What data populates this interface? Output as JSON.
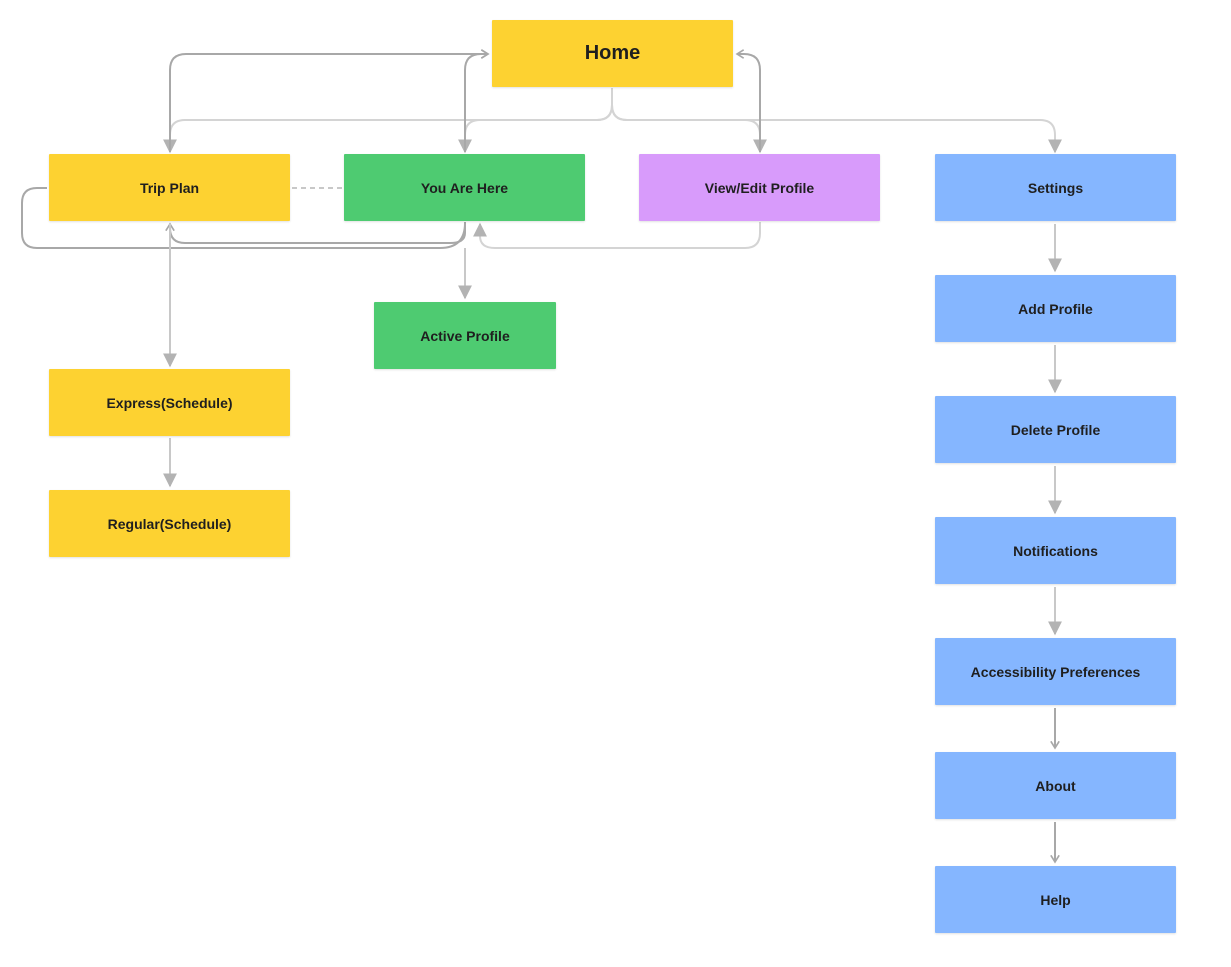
{
  "colors": {
    "yellow": "#fdd231",
    "green": "#4ecb71",
    "purple": "#d89bfb",
    "blue": "#85b6ff",
    "connector": "#b3b3b3"
  },
  "nodes": {
    "home": "Home",
    "trip_plan": "Trip Plan",
    "you_are_here": "You Are Here",
    "view_edit_profile": "View/Edit Profile",
    "settings": "Settings",
    "active_profile": "Active Profile",
    "express_schedule": "Express(Schedule)",
    "regular_schedule": "Regular(Schedule)",
    "add_profile": "Add Profile",
    "delete_profile": "Delete Profile",
    "notifications": "Notifications",
    "accessibility_preferences": "Accessibility Preferences",
    "about": "About",
    "help": "Help"
  }
}
